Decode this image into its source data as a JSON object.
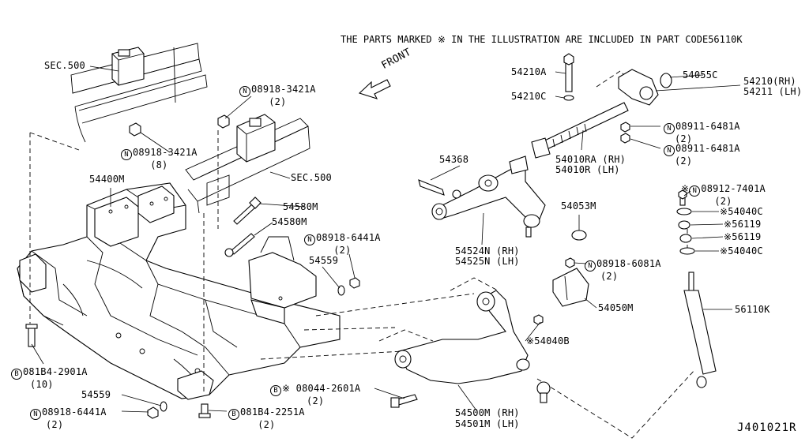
{
  "header_note": "THE PARTS MARKED ※ IN THE ILLUSTRATION ARE INCLUDED IN PART CODE56110K",
  "front_label": "FRONT",
  "diagram_code": "J401021R",
  "marker_n": "N",
  "marker_b": "B",
  "labels": {
    "sec500_top": "SEC.500",
    "sec500_mid": "SEC.500",
    "n08918_3421a_a": "08918-3421A",
    "n08918_3421a_a_qty": "(2)",
    "n08918_3421a_b": "08918-3421A",
    "n08918_3421a_b_qty": "(8)",
    "p54400m": "54400M",
    "p54580m_a": "54580M",
    "p54580m_b": "54580M",
    "n08918_6441a_a": "08918-6441A",
    "n08918_6441a_a_qty": "(2)",
    "p54559_a": "54559",
    "b081b4_2901a": "081B4-2901A",
    "b081b4_2901a_qty": "(10)",
    "p54559_b": "54559",
    "n08918_6441a_b": "08918-6441A",
    "n08918_6441a_b_qty": "(2)",
    "b081b4_2251a": "081B4-2251A",
    "b081b4_2251a_qty": "(2)",
    "b08044_2601a": "※ 08044-2601A",
    "b08044_2601a_qty": "(2)",
    "p54500m": "54500M (RH)",
    "p54501m": "54501M (LH)",
    "p54210a": "54210A",
    "p54210c": "54210C",
    "p54055c": "54055C",
    "p54210": "54210(RH)",
    "p54211": "54211 (LH)",
    "n08911_6481a_a": "08911-6481A",
    "n08911_6481a_a_qty": "(2)",
    "n08911_6481a_b": "08911-6481A",
    "n08911_6481a_b_qty": "(2)",
    "p54010ra": "54010RA (RH)",
    "p54010r": "54010R (LH)",
    "p54368": "54368",
    "p54524n": "54524N (RH)",
    "p54525n": "54525N (LH)",
    "p54053m": "54053M",
    "n08912_7401a": "08912-7401A",
    "n08912_7401a_qty": "(2)",
    "p54040c_a": "54040C",
    "p56119_a": "56119",
    "p56119_b": "56119",
    "p54040c_b": "54040C",
    "n08918_6081a": "08918-6081A",
    "n08918_6081a_qty": "(2)",
    "p54050m": "54050M",
    "p54040b": "54040B",
    "p56110k": "56110K"
  }
}
